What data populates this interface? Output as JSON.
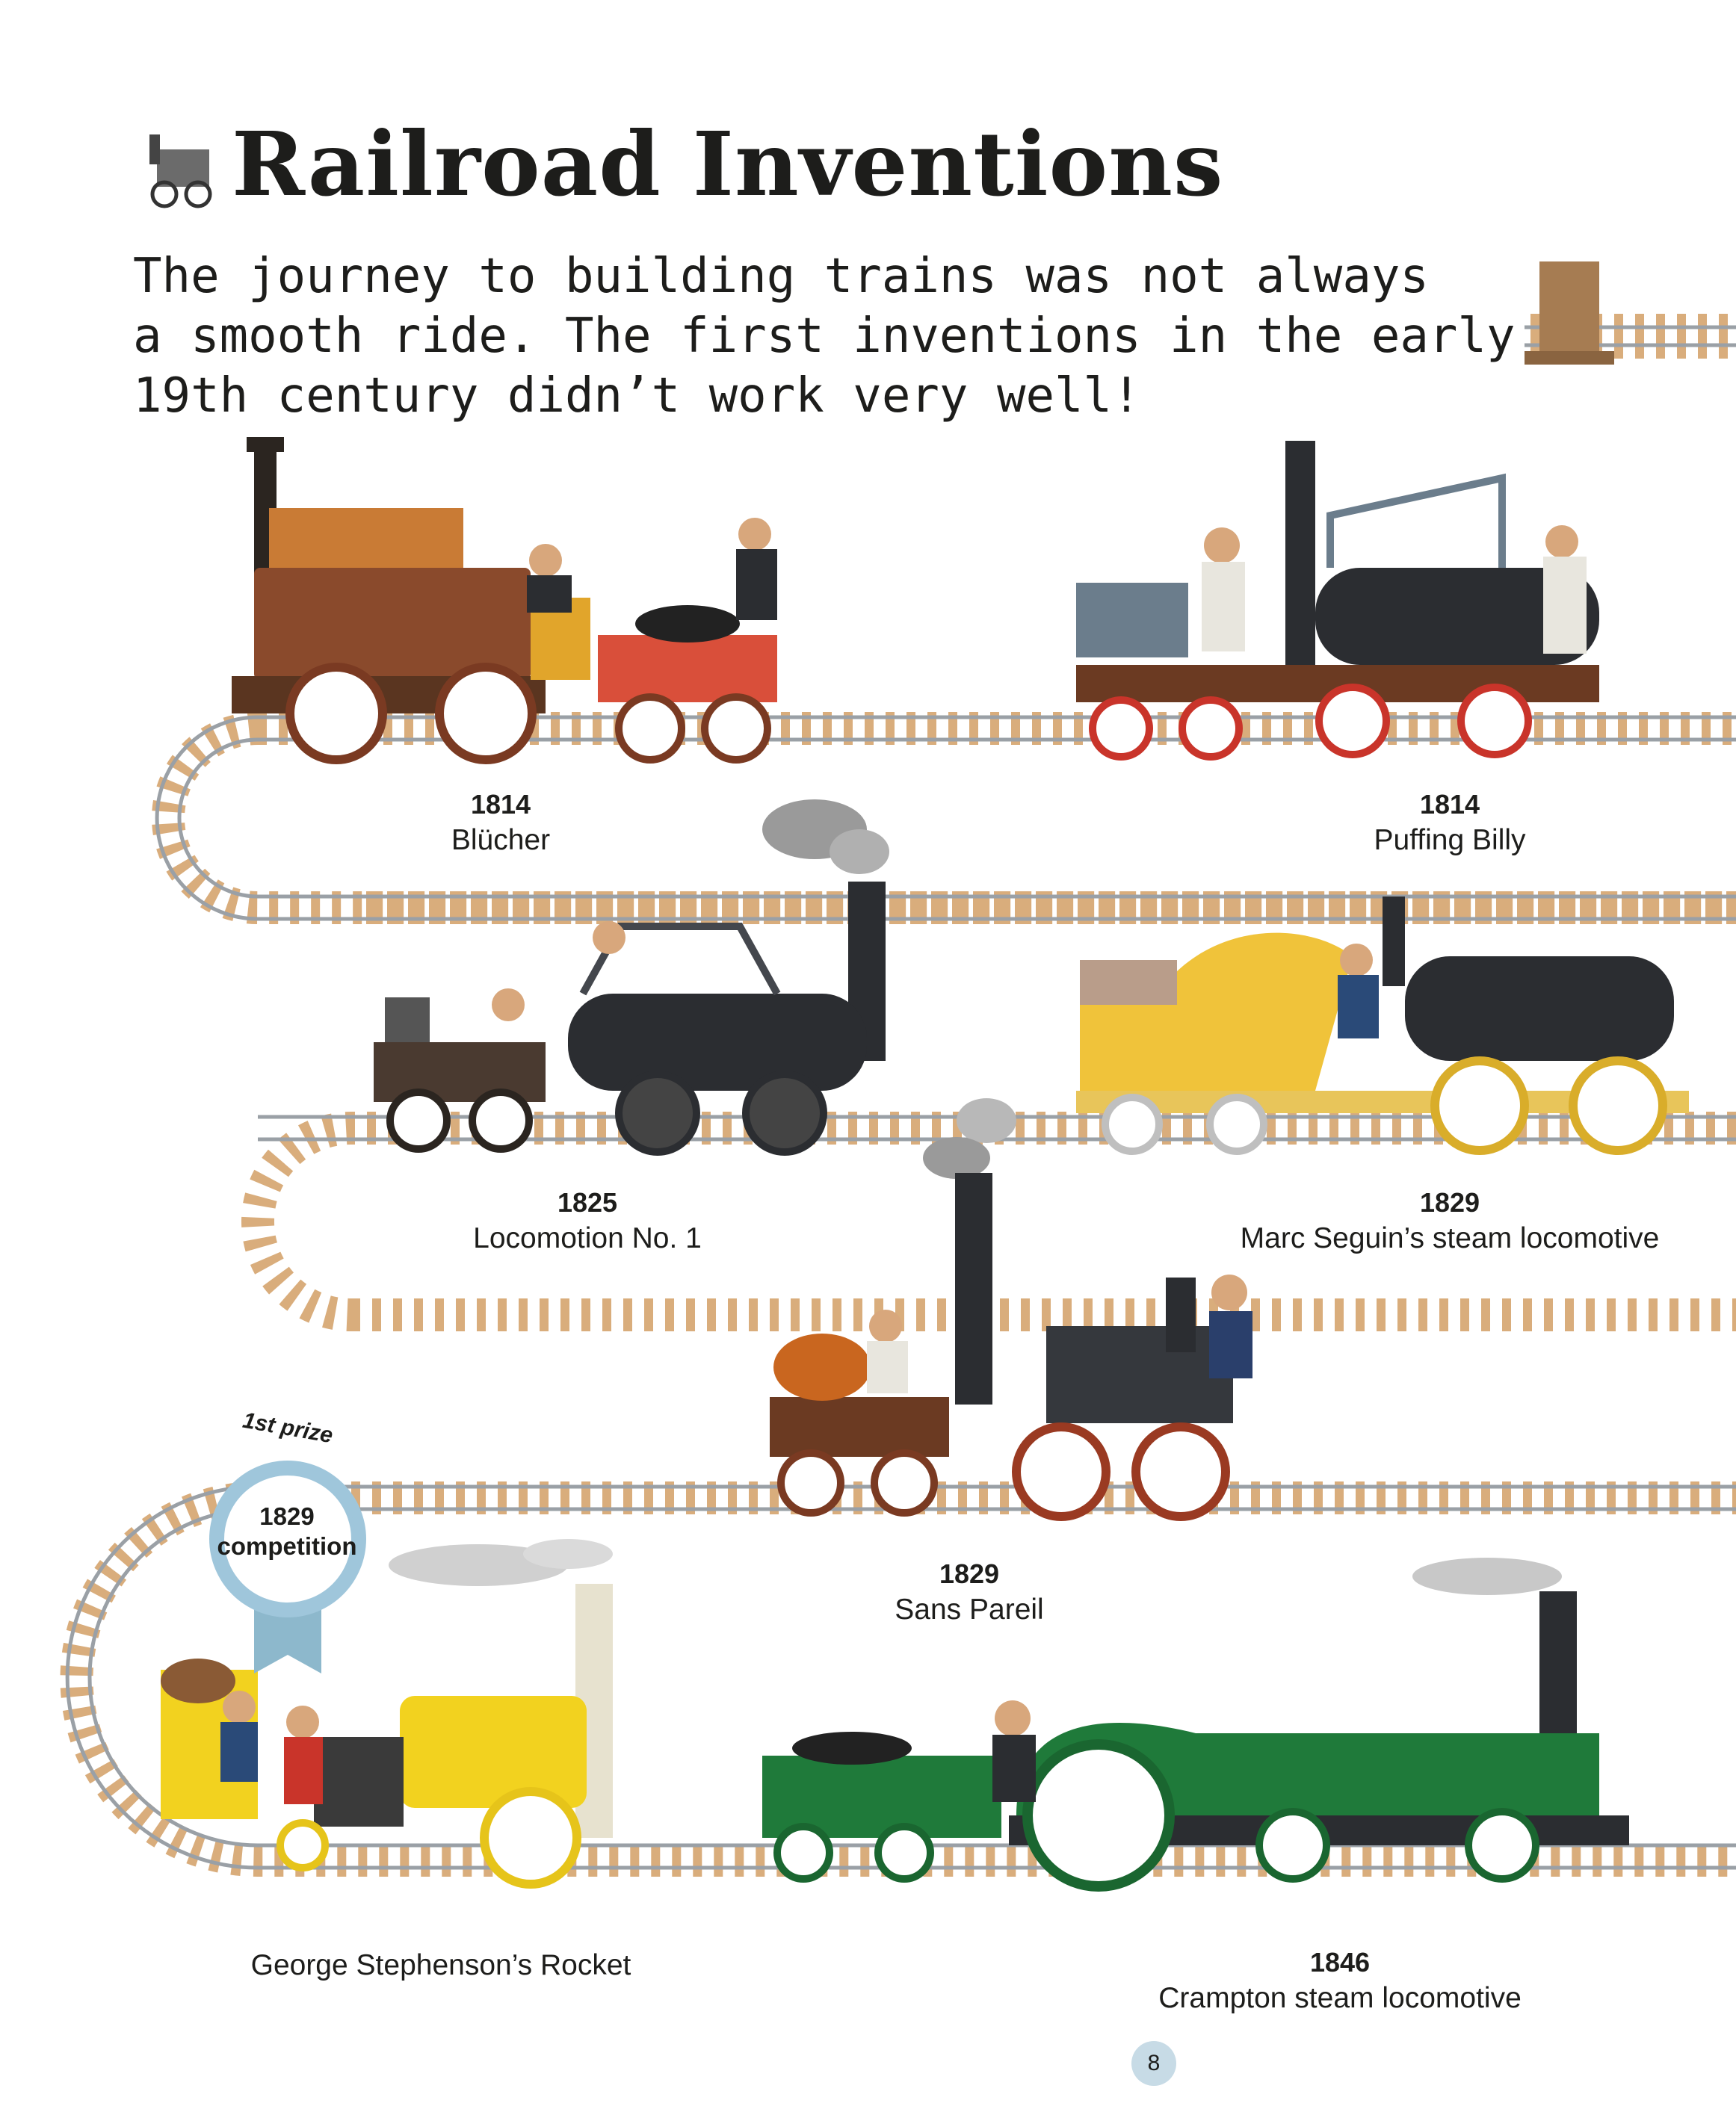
{
  "page": {
    "title": "Railroad Inventions",
    "intro_lines": [
      "The journey to building trains was not always",
      "a smooth ride. The first inventions in the early",
      "19th century didn’t work very well!"
    ],
    "page_number": "8",
    "title_icon": "locomotive-icon"
  },
  "trains": [
    {
      "year": "1814",
      "name": "Blücher",
      "color": "#8a4a2c"
    },
    {
      "year": "1814",
      "name": "Puffing Billy",
      "color": "#2b2d31"
    },
    {
      "year": "1825",
      "name": "Locomotion No. 1",
      "color": "#2b2d31"
    },
    {
      "year": "1829",
      "name": "Marc Seguin’s steam locomotive",
      "color": "#f0c33a"
    },
    {
      "year": "1829",
      "name": "Sans Pareil",
      "color": "#35383d"
    },
    {
      "year": "",
      "name": "George Stephenson’s Rocket",
      "color": "#f2d21f"
    },
    {
      "year": "1846",
      "name": "Crampton steam locomotive",
      "color": "#1f7a3a"
    }
  ],
  "badge": {
    "ribbon_text": "1st prize",
    "year": "1829",
    "label": "competition",
    "color": "#9fc6db"
  },
  "colors": {
    "rail": "#9aa0a6",
    "sleeper": "#d9ad7c",
    "text": "#1d1d1b"
  }
}
